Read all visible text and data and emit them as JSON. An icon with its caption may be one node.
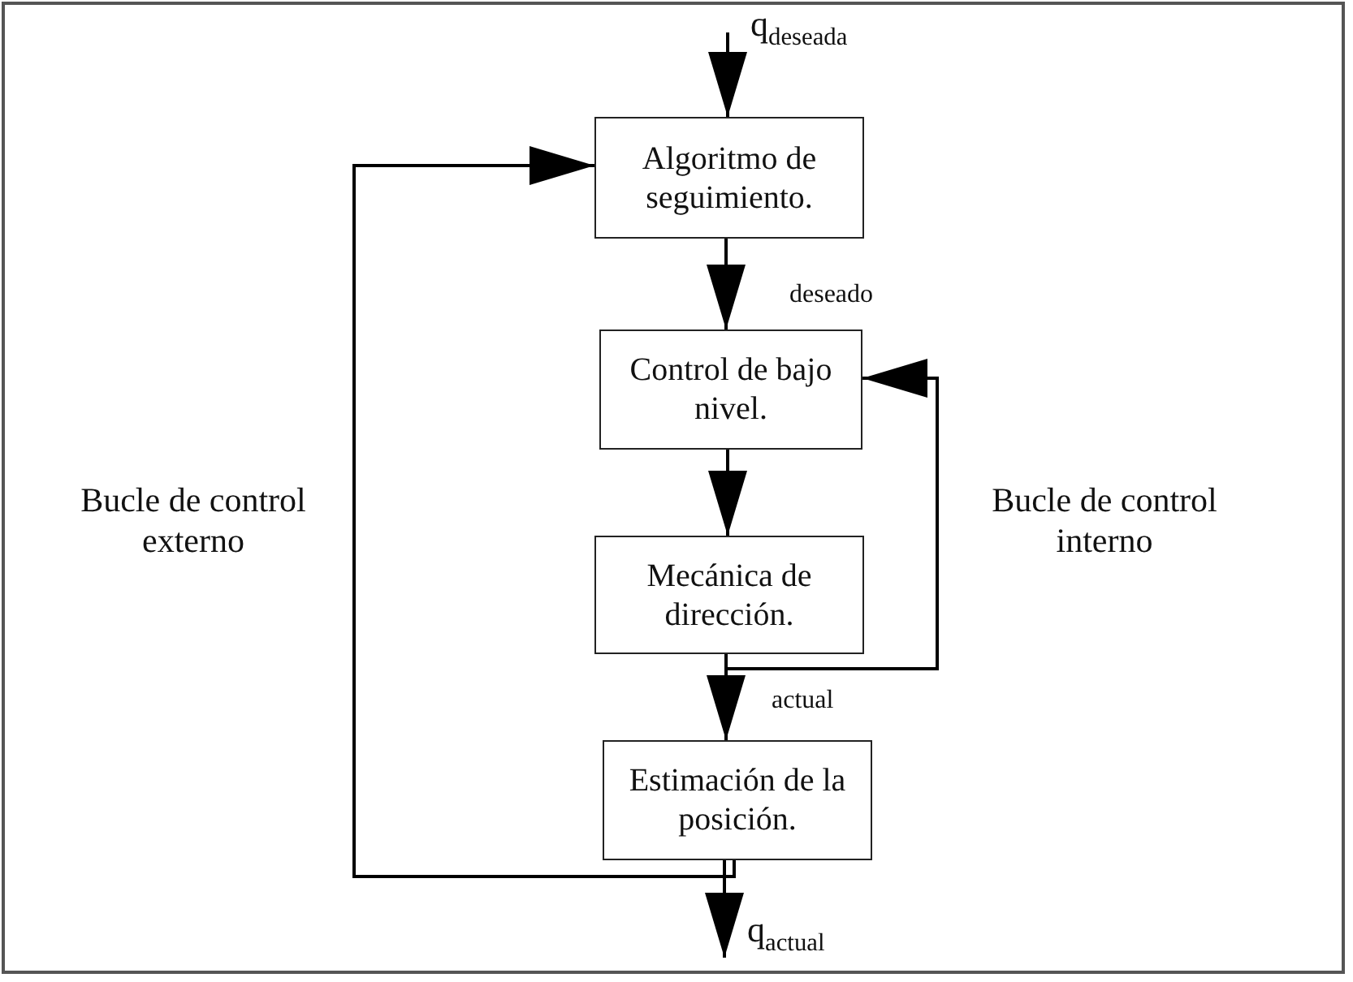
{
  "diagram": {
    "nodes": [
      {
        "text": [
          "Algoritmo de seguimiento."
        ]
      },
      {
        "text": [
          "Control de bajo nivel."
        ]
      },
      {
        "text": [
          "Mecánica de dirección."
        ]
      },
      {
        "text": [
          "Estimación de la posición."
        ]
      }
    ],
    "edges": [
      {
        "from": null,
        "to": 0,
        "arrow": "to",
        "label": "q$_{deseada}$"
      },
      {
        "from": 0,
        "to": 1,
        "arrow": "to",
        "label": "deseado"
      },
      {
        "from": 1,
        "to": 2,
        "arrow": "to"
      },
      {
        "from": 2,
        "to": 3,
        "arrow": "to",
        "label": "actual"
      },
      {
        "from": 2,
        "to": 1,
        "arrow": "to"
      },
      {
        "from": 3,
        "to": 0,
        "arrow": "to"
      },
      {
        "from": 3,
        "to": null,
        "arrow": "to",
        "label": "q$_{actual}$"
      }
    ],
    "labels": [
      "Bucle de control externo",
      "Bucle de control interno"
    ]
  }
}
